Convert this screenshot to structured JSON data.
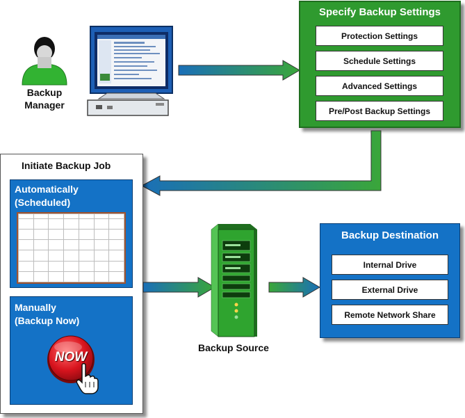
{
  "manager": {
    "label_line1": "Backup",
    "label_line2": "Manager"
  },
  "settings": {
    "title": "Specify Backup Settings",
    "options": [
      "Protection Settings",
      "Schedule Settings",
      "Advanced Settings",
      "Pre/Post Backup Settings"
    ]
  },
  "initiate": {
    "title": "Initiate Backup Job",
    "automatic_line1": "Automatically",
    "automatic_line2": "(Scheduled)",
    "manual_line1": "Manually",
    "manual_line2": "(Backup Now)",
    "now_button": "NOW"
  },
  "source": {
    "label": "Backup Source"
  },
  "destination": {
    "title": "Backup Destination",
    "options": [
      "Internal Drive",
      "External Drive",
      "Remote Network Share"
    ]
  },
  "colors": {
    "green": "#2f9a2f",
    "blue": "#1472c6",
    "arrow_green": "#3aa63a",
    "arrow_blue": "#1a6fb8"
  }
}
